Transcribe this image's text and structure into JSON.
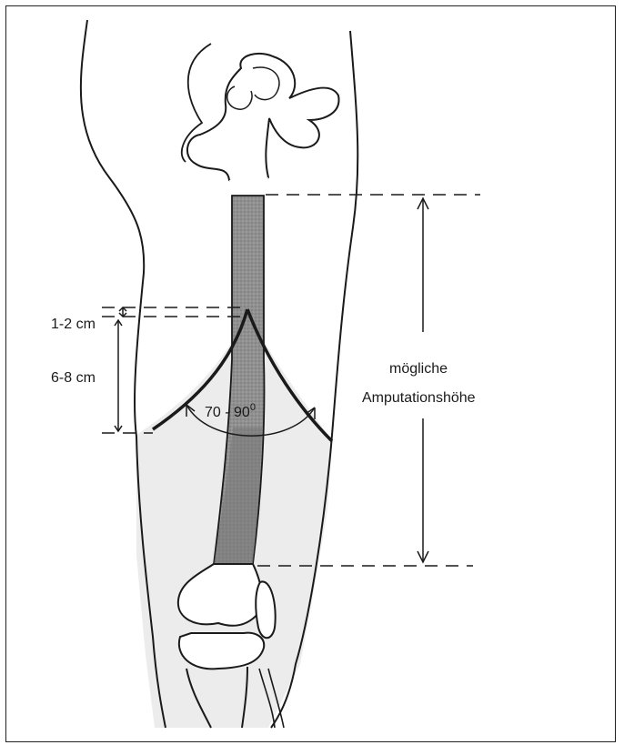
{
  "figure": {
    "labels": {
      "proximal_margin": "1-2 cm",
      "flap_length": "6-8 cm",
      "angle_prefix": "70 - 90",
      "angle_unit": "0",
      "range_line1": "mögliche",
      "range_line2": "Amputationshöhe"
    },
    "colors": {
      "ink": "#1a1a1a",
      "bone_shaft": "#8f8f8f",
      "bone_lower": "#777777",
      "soft_tissue": "#ececec",
      "paper": "#ffffff"
    }
  }
}
